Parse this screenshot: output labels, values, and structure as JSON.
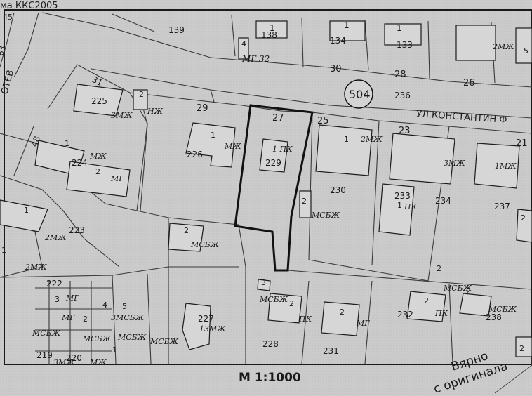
{
  "header": {
    "coordinate_system": "ма ККС2005"
  },
  "street": {
    "name": "УЛ.КОНСТАНТИН Ф",
    "street_left": "ОТЕВ",
    "block_number": "504"
  },
  "scale": {
    "label": "М 1:1000"
  },
  "stamp": {
    "line1": "Вярно",
    "line2": "с оригинала"
  },
  "top_row": [
    {
      "id": "n138",
      "text": "138"
    },
    {
      "id": "n139",
      "text": "139"
    },
    {
      "id": "n134",
      "text": "134"
    },
    {
      "id": "n133",
      "text": "133"
    },
    {
      "id": "n1a",
      "text": "1"
    },
    {
      "id": "n1b",
      "text": "1"
    },
    {
      "id": "n1c",
      "text": "1"
    },
    {
      "id": "n4",
      "text": "4"
    },
    {
      "id": "nMG32",
      "text": "МГ 32"
    },
    {
      "id": "n30",
      "text": "30"
    },
    {
      "id": "n28",
      "text": "28"
    },
    {
      "id": "n26",
      "text": "26"
    },
    {
      "id": "n2MJ",
      "text": "2МЖ"
    },
    {
      "id": "n5",
      "text": "5"
    },
    {
      "id": "n45",
      "text": "45"
    },
    {
      "id": "n63",
      "text": "63"
    }
  ],
  "plots": [
    {
      "id": "p31",
      "text": "31"
    },
    {
      "id": "p29",
      "text": "29"
    },
    {
      "id": "p27",
      "text": "27"
    },
    {
      "id": "p25",
      "text": "25"
    },
    {
      "id": "p23",
      "text": "23"
    },
    {
      "id": "p21",
      "text": "21"
    },
    {
      "id": "p48",
      "text": "48"
    },
    {
      "id": "p236",
      "text": "236"
    },
    {
      "id": "p225",
      "text": "225"
    },
    {
      "id": "p224",
      "text": "224"
    },
    {
      "id": "p226",
      "text": "226"
    },
    {
      "id": "p229",
      "text": "229"
    },
    {
      "id": "p230",
      "text": "230"
    },
    {
      "id": "p233",
      "text": "233"
    },
    {
      "id": "p234",
      "text": "234"
    },
    {
      "id": "p237",
      "text": "237"
    },
    {
      "id": "p223",
      "text": "223"
    },
    {
      "id": "p222",
      "text": "222"
    },
    {
      "id": "p227",
      "text": "227"
    },
    {
      "id": "p228",
      "text": "228"
    },
    {
      "id": "p231",
      "text": "231"
    },
    {
      "id": "p232",
      "text": "232"
    },
    {
      "id": "p238",
      "text": "238"
    },
    {
      "id": "p219",
      "text": "219"
    },
    {
      "id": "p220",
      "text": "220"
    }
  ],
  "buildings": [
    {
      "id": "b1",
      "text": "1"
    },
    {
      "id": "b2",
      "text": "2"
    },
    {
      "id": "b3",
      "text": "3"
    },
    {
      "id": "b4",
      "text": "4"
    },
    {
      "id": "b5",
      "text": "5"
    },
    {
      "id": "bMJ",
      "text": "МЖ"
    },
    {
      "id": "b2MJ",
      "text": "2МЖ"
    },
    {
      "id": "b3MJ",
      "text": "3МЖ"
    },
    {
      "id": "b13MJ",
      "text": "13МЖ"
    },
    {
      "id": "bMSBJ",
      "text": "МСБЖ"
    },
    {
      "id": "bPK",
      "text": "ПК"
    },
    {
      "id": "bNJ",
      "text": "НЖ"
    },
    {
      "id": "bMG",
      "text": "МГ"
    },
    {
      "id": "bMJK",
      "text": "МЖ"
    },
    {
      "id": "b1PK",
      "text": "1 ПК"
    },
    {
      "id": "b1MJ",
      "text": "1МЖ"
    },
    {
      "id": "b3MSBJ",
      "text": "3МСБЖ"
    }
  ]
}
